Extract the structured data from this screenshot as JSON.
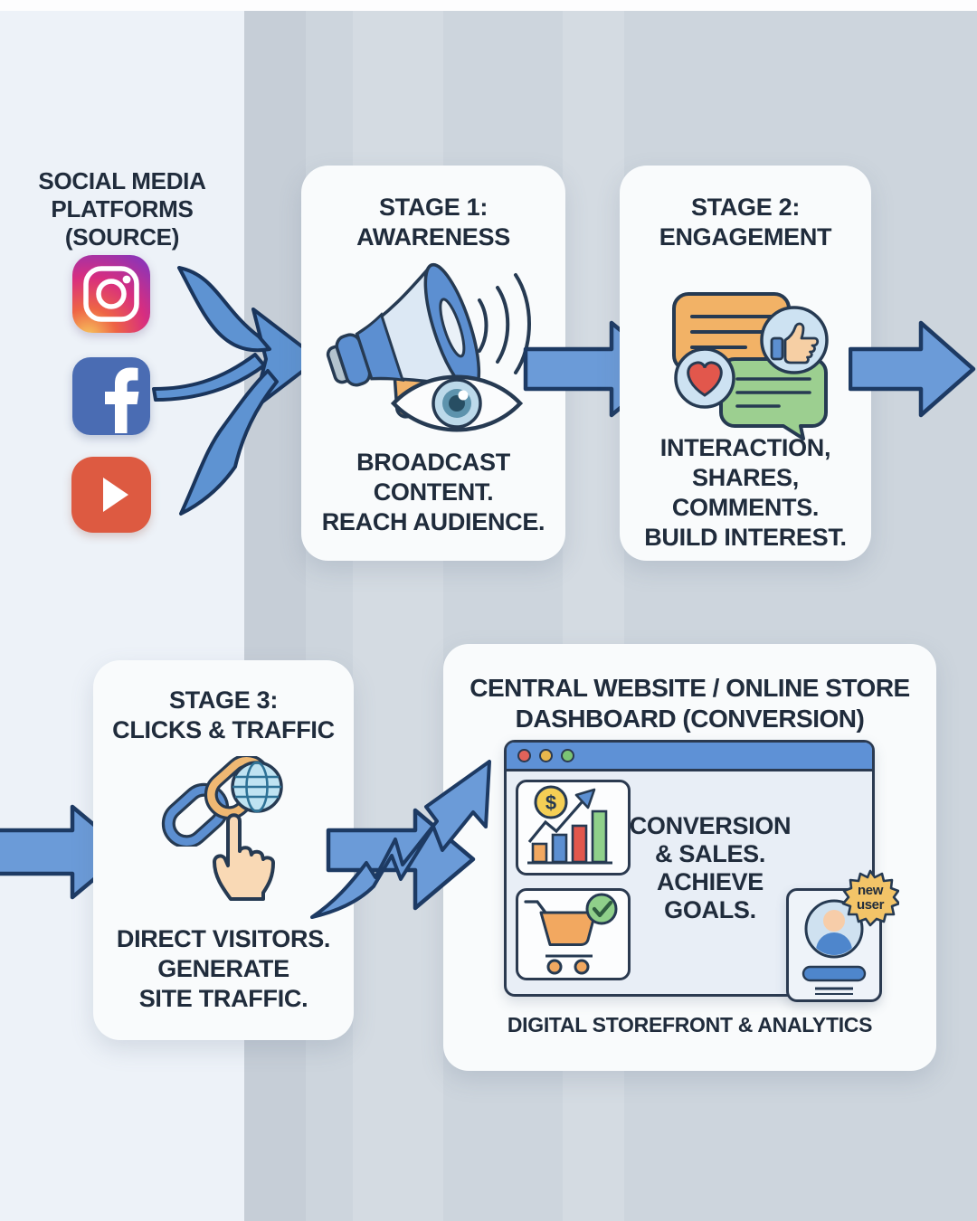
{
  "source": {
    "title": "SOCIAL MEDIA\nPLATFORMS\n(SOURCE)",
    "platforms": [
      "instagram",
      "facebook",
      "youtube"
    ]
  },
  "stages": [
    {
      "title": "STAGE 1:\nAWARENESS",
      "description": "BROADCAST\nCONTENT.\nREACH AUDIENCE.",
      "icons": [
        "megaphone-icon",
        "sound-waves-icon",
        "eye-icon"
      ]
    },
    {
      "title": "STAGE 2:\nENGAGEMENT",
      "description": "INTERACTION,\nSHARES,\nCOMMENTS.\nBUILD INTEREST.",
      "icons": [
        "chat-bubble-orange-icon",
        "thumbs-up-icon",
        "heart-icon",
        "chat-bubble-green-icon"
      ]
    },
    {
      "title": "STAGE 3:\nCLICKS & TRAFFIC",
      "description": "DIRECT VISITORS.\nGENERATE\nSITE TRAFFIC.",
      "icons": [
        "link-icon",
        "globe-icon",
        "cursor-hand-icon"
      ]
    }
  ],
  "dashboard": {
    "title": "CENTRAL WEBSITE / ONLINE STORE\nDASHBOARD (CONVERSION)",
    "conversion_text": "CONVERSION\n& SALES.\nACHIEVE\nGOALS.",
    "badge": "new\nuser",
    "caption": "DIGITAL STOREFRONT & ANALYTICS",
    "coin_symbol": "$",
    "icons": [
      "browser-window",
      "bar-chart-icon",
      "coin-icon",
      "trend-line-icon",
      "shopping-cart-icon",
      "check-icon",
      "user-profile-icon",
      "new-user-badge"
    ]
  },
  "connectors": [
    "converge-arrow",
    "arrow-stage1-to-stage2",
    "arrow-stage2-offscreen",
    "arrow-offscreen-to-stage3",
    "growth-arrow"
  ],
  "colors": {
    "arrow_blue": "#6b9bd8",
    "outline_navy": "#1d3a63",
    "card_bg": "#f9fbfc",
    "bg_left": "#edf2f8",
    "bg_main": "#cdd5dd",
    "browser_header": "#5e91d6",
    "orange": "#f2a860",
    "green": "#8fd08a",
    "red": "#e2574c",
    "yellow": "#f5cf55",
    "badge_orange": "#f3c468",
    "facebook_blue": "#4a6cb3",
    "youtube_red": "#dd5a41",
    "light_blue_fill": "#cde2f2",
    "skin": "#f6cfa4"
  }
}
